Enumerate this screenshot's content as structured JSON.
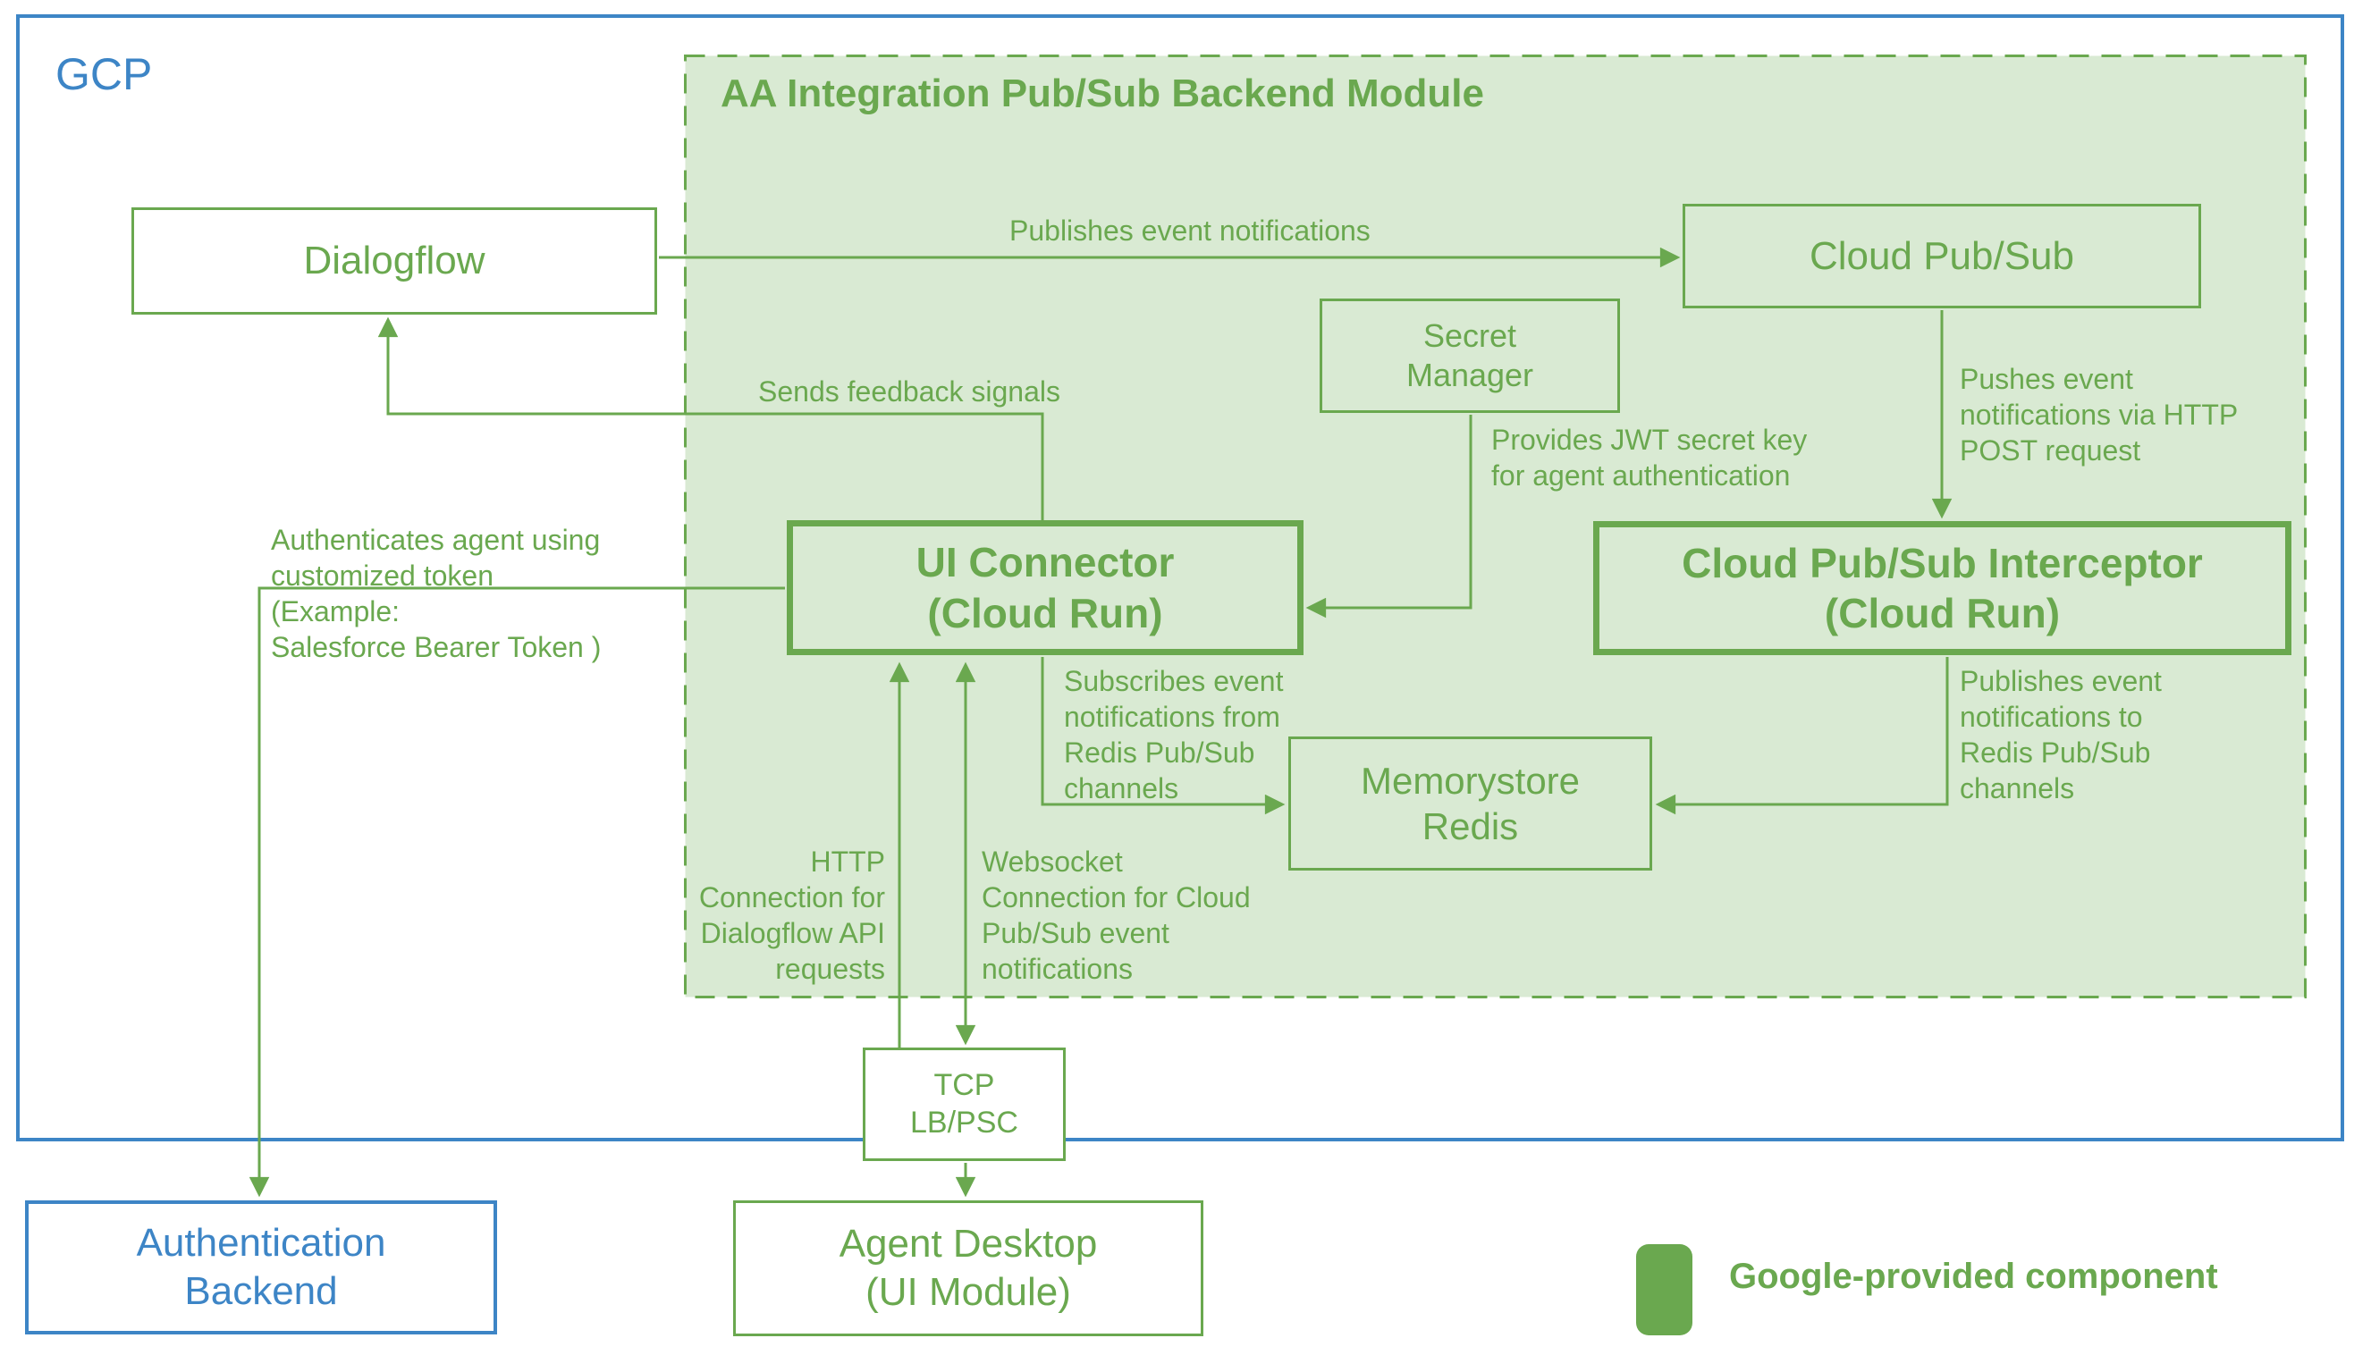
{
  "colors": {
    "green": "#6aa84f",
    "green_fill": "#d9ead3",
    "blue": "#3d85c6",
    "white": "#ffffff"
  },
  "gcp": {
    "label": "GCP"
  },
  "module": {
    "title": "AA Integration Pub/Sub Backend Module"
  },
  "nodes": {
    "dialogflow": {
      "label": "Dialogflow"
    },
    "cloud_pubsub": {
      "label": "Cloud Pub/Sub"
    },
    "secret_manager": {
      "label": "Secret\nManager"
    },
    "ui_connector": {
      "label": "UI Connector\n(Cloud Run)"
    },
    "pubsub_interceptor": {
      "label": "Cloud Pub/Sub Interceptor\n(Cloud Run)"
    },
    "memorystore_redis": {
      "label": "Memorystore\nRedis"
    },
    "tcp_lb_psc": {
      "label": "TCP\nLB/PSC"
    },
    "agent_desktop": {
      "label": "Agent Desktop\n(UI Module)"
    },
    "auth_backend": {
      "label": "Authentication\nBackend"
    }
  },
  "edges": {
    "publishes_event": {
      "label": "Publishes event notifications"
    },
    "pushes_event": {
      "label": "Pushes event\nnotifications via HTTP\nPOST request"
    },
    "provides_jwt": {
      "label": "Provides JWT secret key\nfor agent authentication"
    },
    "sends_feedback": {
      "label": "Sends feedback signals"
    },
    "authenticates": {
      "label": "Authenticates agent using\ncustomized token\n(Example:\nSalesforce Bearer Token )"
    },
    "subscribes": {
      "label": "Subscribes event\nnotifications from\nRedis Pub/Sub\nchannels"
    },
    "publishes_redis": {
      "label": "Publishes event\nnotifications to\nRedis Pub/Sub\nchannels"
    },
    "http_connection": {
      "label": "HTTP\nConnection for\nDialogflow API\nrequests"
    },
    "websocket_connection": {
      "label": "Websocket\nConnection for Cloud\nPub/Sub event\nnotifications"
    }
  },
  "legend": {
    "label": "Google-provided component"
  }
}
